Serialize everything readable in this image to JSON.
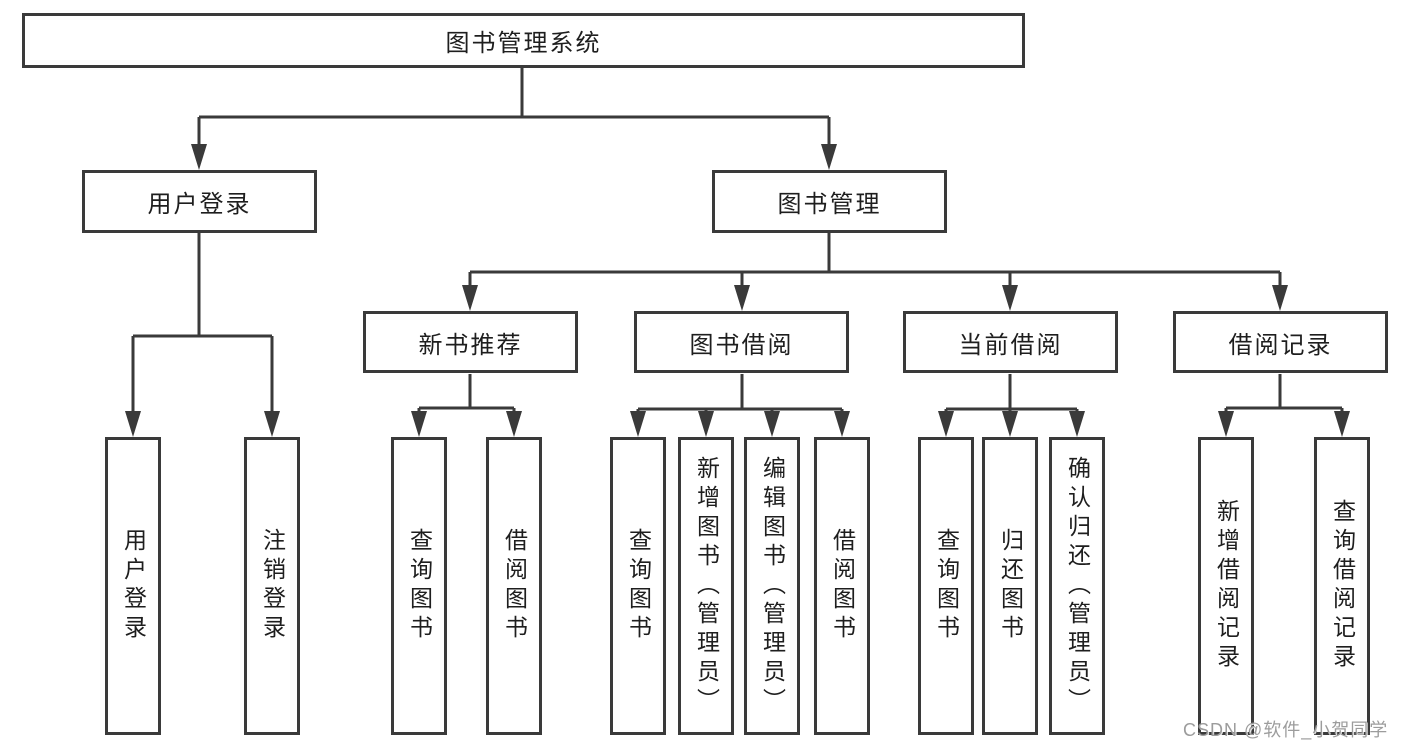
{
  "diagram": {
    "root": {
      "label": "图书管理系统"
    },
    "branches": [
      {
        "label": "用户登录",
        "children": [
          {
            "label": "用户登录"
          },
          {
            "label": "注销登录"
          }
        ]
      },
      {
        "label": "图书管理",
        "children": [
          {
            "label": "新书推荐",
            "children": [
              {
                "label": "查询图书"
              },
              {
                "label": "借阅图书"
              }
            ]
          },
          {
            "label": "图书借阅",
            "children": [
              {
                "label": "查询图书"
              },
              {
                "label": "新增图书（管理员）"
              },
              {
                "label": "编辑图书（管理员）"
              },
              {
                "label": "借阅图书"
              }
            ]
          },
          {
            "label": "当前借阅",
            "children": [
              {
                "label": "查询图书"
              },
              {
                "label": "归还图书"
              },
              {
                "label": "确认归还（管理员）"
              }
            ]
          },
          {
            "label": "借阅记录",
            "children": [
              {
                "label": "新增借阅记录"
              },
              {
                "label": "查询借阅记录"
              }
            ]
          }
        ]
      }
    ]
  },
  "watermark": {
    "text": "CSDN @软件_小贺同学"
  },
  "colors": {
    "background": "#ffffff",
    "line": "#3a3a3a",
    "box_border": "#3a3a3a",
    "box_fill": "#ffffff",
    "text": "#1e1e1e",
    "watermark_text": "#9c9c9c"
  }
}
